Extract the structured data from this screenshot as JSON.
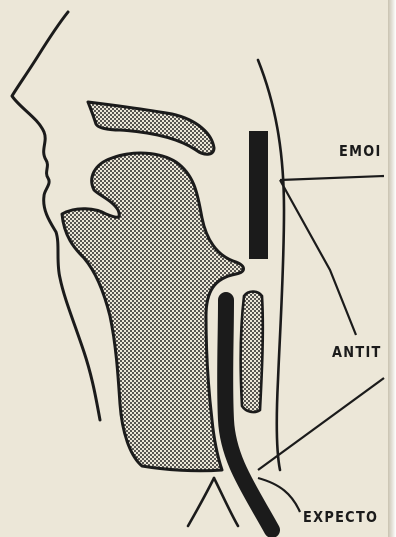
{
  "labels": {
    "top": "EMOI",
    "middle": "ANTIT",
    "bottom": "EXPECTO"
  },
  "colors": {
    "paper": "#ece7d8",
    "ink": "#1b1b1b",
    "stipple": "#c9c4b4"
  }
}
